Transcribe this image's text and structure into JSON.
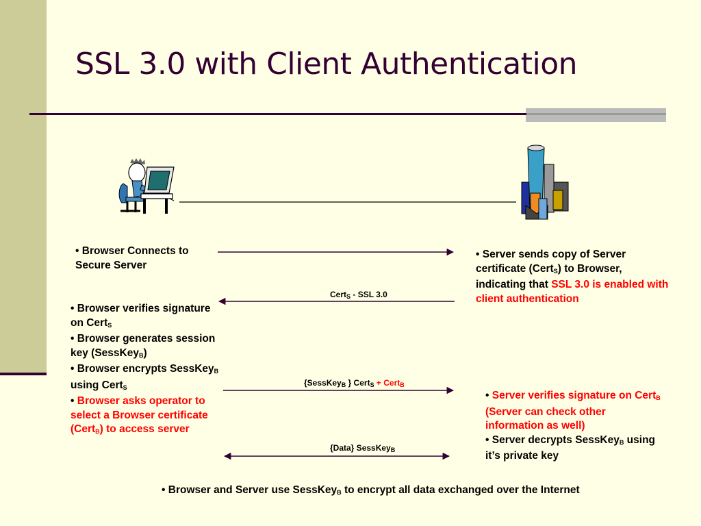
{
  "title": "SSL 3.0 with Client Authentication",
  "left_column": {
    "connect": {
      "bullet": "•",
      "text": "Browser Connects to Secure Server"
    },
    "verify": {
      "bullet": "•",
      "text": "Browser verifies signature on Cert",
      "sub": "S"
    },
    "generate": {
      "bullet": "•",
      "text": "Browser generates session key (SessKey",
      "sub": "B",
      "tail": ")"
    },
    "encrypt": {
      "bullet": "•",
      "text": "Browser encrypts SessKey",
      "sub": "B",
      "mid": " using Cert",
      "sub2": "S"
    },
    "ask": {
      "bullet": "•",
      "text": "Browser asks operator to select a Browser certificate (Cert",
      "sub": "B",
      "tail": ") to access server"
    }
  },
  "right_column": {
    "sends": {
      "bullet": "•",
      "text": "Server sends copy of Server certificate (Cert",
      "sub": "S",
      "tail": ") to Browser, indicating that ",
      "highlight": "SSL 3.0 is enabled with client authentication"
    },
    "verifies": {
      "bullet": "•",
      "text": "Server verifies signature on Cert",
      "sub": "B",
      "tail": " (Server can check other information as well)"
    },
    "decrypts": {
      "bullet": "•",
      "text": "Server decrypts SessKey",
      "sub": "B",
      "tail": " using it’s private key"
    }
  },
  "arrow_labels": {
    "cert": {
      "text": "Cert",
      "sub": "S",
      "tail": " - SSL 3.0"
    },
    "sesskey": {
      "text": "{SessKey",
      "sub": "B",
      "mid": " } Cert",
      "sub2": "S",
      "plus": " + Cert",
      "sub3": "B"
    },
    "data": {
      "text": "{Data} SessKey",
      "sub": "B"
    }
  },
  "footer": {
    "bullet": "•",
    "text": "Browser and Server use SessKey",
    "sub": "B",
    "tail": " to encrypt all data exchanged over the Internet"
  },
  "colors": {
    "title": "#330033",
    "highlight": "#FF0000",
    "sidebar": "#CCCC99",
    "background": "#FFFFE5"
  }
}
